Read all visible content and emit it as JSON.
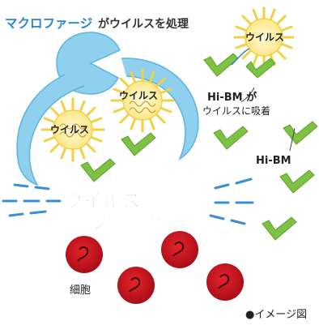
{
  "labels": {
    "title_part1": "マクロファージ",
    "title_part2": "がウイルスを処理",
    "virus": "ウイルス",
    "hibm_adsorb_line1": "Hi-BM が",
    "hibm_adsorb_line2": "ウイルスに吸着",
    "hibm": "Hi-BM",
    "block_line1": "ウイルス感染",
    "block_line2": "ブロック",
    "cell": "細胞",
    "image_note": "●イメージ図"
  },
  "colors": {
    "macrophage": "#8fd0ee",
    "macrophage_stroke": "#5ab4e0",
    "title_blue": "#2a86c8",
    "virus_ray": "#f2d046",
    "virus_core": "#fff3a6",
    "hibm_green": "#7dc242",
    "cell_red": "#c8141e",
    "dash_blue": "#3a8fd6"
  }
}
